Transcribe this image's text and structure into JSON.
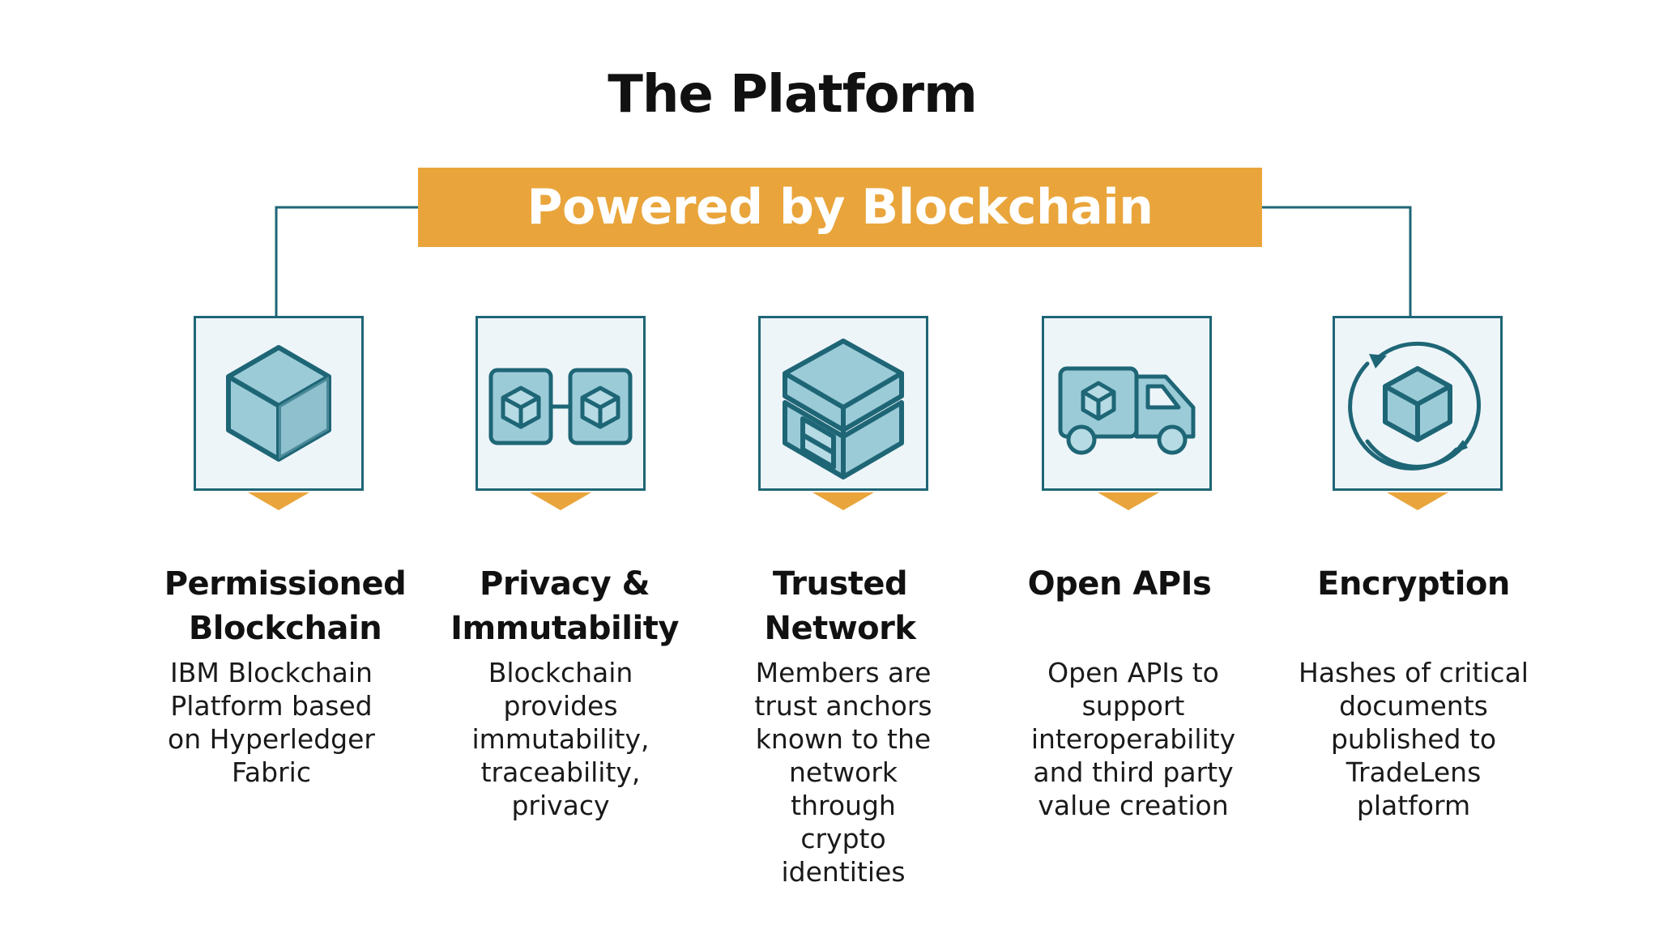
{
  "title": "The Platform",
  "banner": "Powered by Blockchain",
  "colors": {
    "accent": "#e9a53b",
    "outline": "#1e6676",
    "icon_fill": "#9ccbd8",
    "card_bg": "#eef5f9"
  },
  "features": [
    {
      "icon": "cube-icon",
      "title_lines": [
        "Permissioned",
        "Blockchain"
      ],
      "desc_lines": [
        "IBM Blockchain",
        "Platform based",
        "on Hyperledger",
        "Fabric"
      ]
    },
    {
      "icon": "linked-blocks-icon",
      "title_lines": [
        "Privacy &",
        "Immutability"
      ],
      "desc_lines": [
        "Blockchain",
        "provides",
        "immutability,",
        "traceability,",
        "privacy"
      ]
    },
    {
      "icon": "warehouse-icon",
      "title_lines": [
        "Trusted",
        "Network"
      ],
      "desc_lines": [
        "Members are",
        "trust anchors",
        "known to the",
        "network",
        "through",
        "crypto",
        "identities"
      ]
    },
    {
      "icon": "delivery-truck-icon",
      "title_lines": [
        "Open APIs"
      ],
      "desc_lines": [
        "Open APIs to",
        "support",
        "interoperability",
        "and third party",
        "value creation"
      ]
    },
    {
      "icon": "cube-cycle-icon",
      "title_lines": [
        "Encryption"
      ],
      "desc_lines": [
        "Hashes of critical",
        "documents",
        "published to",
        "TradeLens",
        "platform"
      ]
    }
  ]
}
